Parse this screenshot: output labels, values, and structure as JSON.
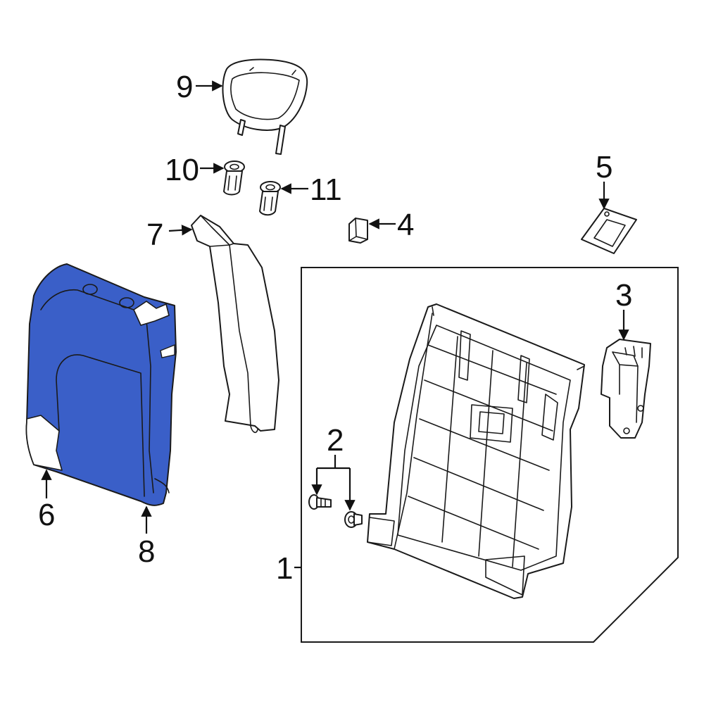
{
  "diagram": {
    "highlight_color": "#3a5fc8",
    "outline_color": "#1a1a1a",
    "background": "#ffffff",
    "callouts": [
      {
        "id": "c1",
        "label": "1"
      },
      {
        "id": "c2",
        "label": "2"
      },
      {
        "id": "c3",
        "label": "3"
      },
      {
        "id": "c4",
        "label": "4"
      },
      {
        "id": "c5",
        "label": "5"
      },
      {
        "id": "c6",
        "label": "6"
      },
      {
        "id": "c7",
        "label": "7"
      },
      {
        "id": "c8",
        "label": "8"
      },
      {
        "id": "c9",
        "label": "9"
      },
      {
        "id": "c10",
        "label": "10"
      },
      {
        "id": "c11",
        "label": "11"
      }
    ]
  }
}
